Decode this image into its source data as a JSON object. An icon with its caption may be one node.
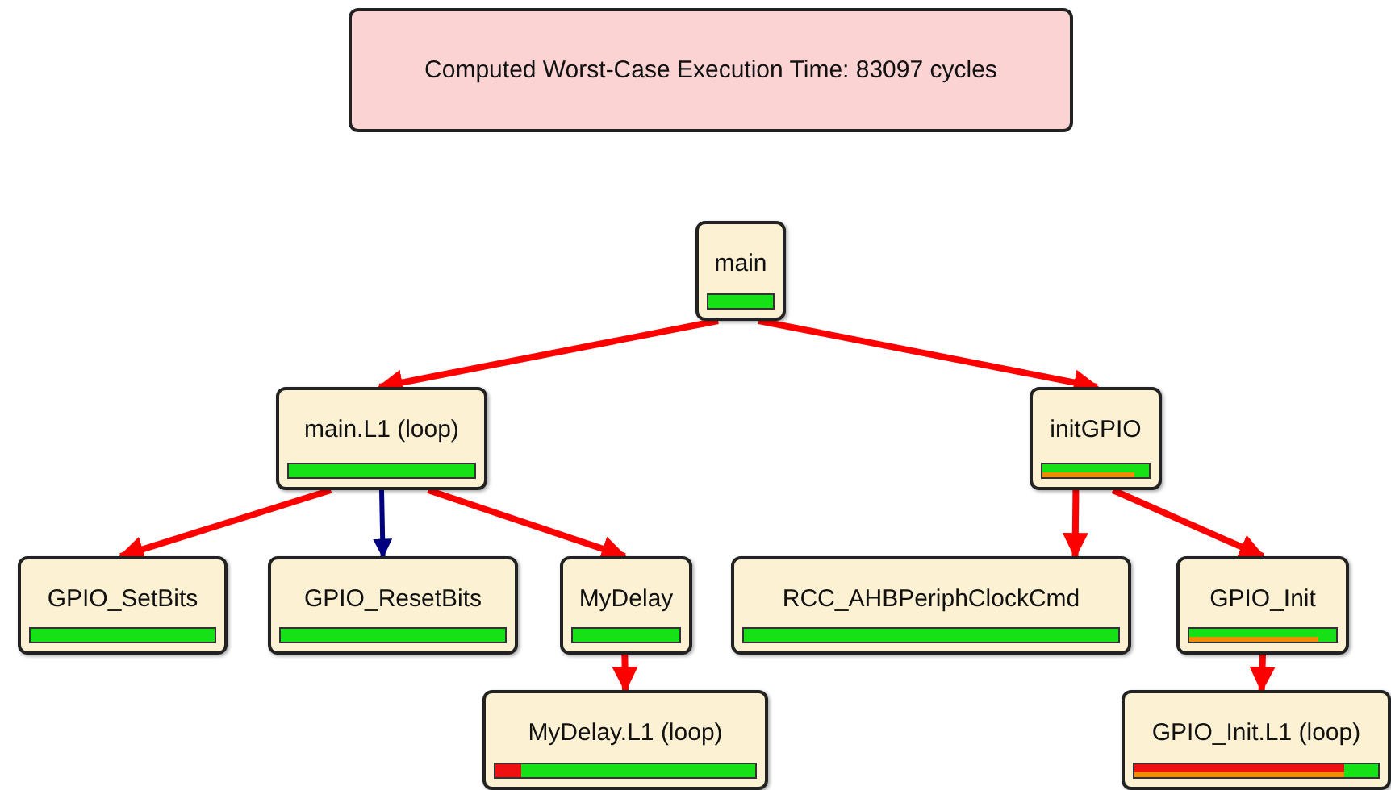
{
  "diagram": {
    "nodes": [
      {
        "text": [
          "Computed Worst-Case Execution Time: 83097 cycles"
        ]
      },
      {
        "text": [
          "main"
        ]
      },
      {
        "text": [
          "main.L1 (loop)"
        ]
      },
      {
        "text": [
          "initGPIO"
        ]
      },
      {
        "text": [
          "GPIO_SetBits"
        ]
      },
      {
        "text": [
          "GPIO_ResetBits"
        ]
      },
      {
        "text": [
          "MyDelay"
        ]
      },
      {
        "text": [
          "RCC_AHBPeriphClockCmd"
        ]
      },
      {
        "text": [
          "GPIO_Init"
        ]
      },
      {
        "text": [
          "MyDelay.L1 (loop)"
        ]
      },
      {
        "text": [
          "GPIO_Init.L1 (loop)"
        ]
      }
    ],
    "edges": [
      {
        "from": 1,
        "to": 2,
        "arrow": "to"
      },
      {
        "from": 1,
        "to": 3,
        "arrow": "to"
      },
      {
        "from": 2,
        "to": 4,
        "arrow": "to"
      },
      {
        "from": 2,
        "to": 5,
        "arrow": "to",
        "color": "#000080"
      },
      {
        "from": 2,
        "to": 6,
        "arrow": "to"
      },
      {
        "from": 3,
        "to": 7,
        "arrow": "to"
      },
      {
        "from": 3,
        "to": 8,
        "arrow": "to"
      },
      {
        "from": 6,
        "to": 9,
        "arrow": "to"
      },
      {
        "from": 8,
        "to": 10,
        "arrow": "to"
      }
    ]
  }
}
